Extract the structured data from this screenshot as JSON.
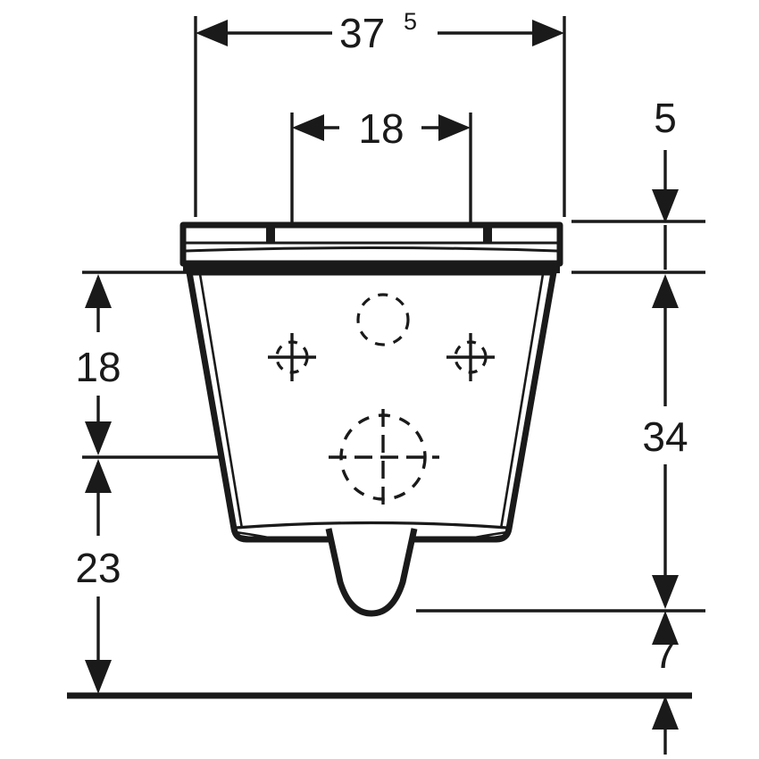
{
  "drawing": {
    "type": "technical-dimension-drawing",
    "subject": "wall-hung-wc-front-elevation",
    "units": "cm",
    "line_color": "#1a1a1a",
    "background_color": "#ffffff"
  },
  "dimensions": {
    "overall_width": {
      "label": "37",
      "superscript": "5",
      "value": 37.5,
      "orientation": "horizontal",
      "position": "top"
    },
    "fixing_hole_spacing": {
      "label": "18",
      "value": 18,
      "orientation": "horizontal",
      "position": "top-inner"
    },
    "seat_to_holes": {
      "label": "18",
      "value": 18,
      "orientation": "vertical",
      "position": "left-upper"
    },
    "holes_to_base": {
      "label": "23",
      "value": 23,
      "orientation": "vertical",
      "position": "left-lower"
    },
    "seat_thickness": {
      "label": "5",
      "value": 5,
      "orientation": "vertical",
      "position": "right-top"
    },
    "body_height": {
      "label": "34",
      "value": 34,
      "orientation": "vertical",
      "position": "right-middle"
    },
    "outlet_to_floor": {
      "label": "7",
      "value": 7,
      "orientation": "vertical",
      "position": "right-bottom"
    }
  },
  "features": {
    "seat_lid": "toilet-seat-and-lid-profile",
    "left_fixing_hole": "crosshair-hole-mark",
    "right_fixing_hole": "crosshair-hole-mark",
    "upper_dashed_circle": "hidden-flush-connection",
    "lower_dashed_circle": "hidden-waste-outlet",
    "bottom_outlet": "u-shaped-outlet-profile",
    "floor_line": "reference-base-line"
  }
}
